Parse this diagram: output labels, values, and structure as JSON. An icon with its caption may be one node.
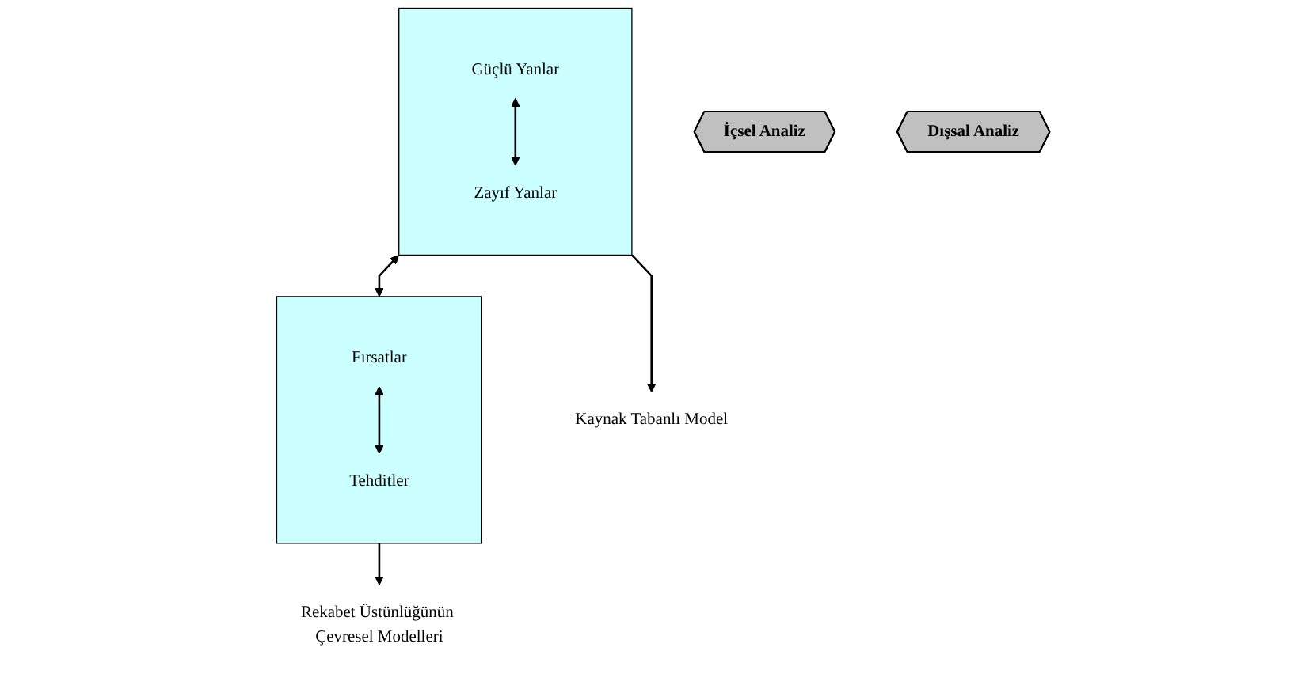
{
  "diagram": {
    "nodes": [
      {
        "text": [
          "İçsel Analiz"
        ]
      },
      {
        "text": [
          "Dışsal Analiz"
        ]
      },
      {
        "text": [],
        "shape": "box"
      },
      {
        "text": [
          "Güçlü Yanlar"
        ],
        "in": 2
      },
      {
        "text": [
          "Zayıf Yanlar"
        ],
        "in": 2
      },
      {
        "text": [],
        "shape": "box"
      },
      {
        "text": [
          "Fırsatlar"
        ],
        "in": 5
      },
      {
        "text": [
          "Tehditler"
        ],
        "in": 5
      },
      {
        "text": [
          "Kaynak Tabanlı Model"
        ]
      },
      {
        "text": [
          "Rekabet Üstünlüğünün Çevresel Modelleri"
        ]
      }
    ],
    "edges": [
      {
        "from": 3,
        "to": 4,
        "arrow": "both"
      },
      {
        "from": 6,
        "to": 7,
        "arrow": "both"
      },
      {
        "from": 2,
        "to": 5,
        "arrow": "both"
      },
      {
        "from": 2,
        "to": 8,
        "arrow": "to"
      },
      {
        "from": 5,
        "to": 9,
        "arrow": "to"
      }
    ]
  }
}
